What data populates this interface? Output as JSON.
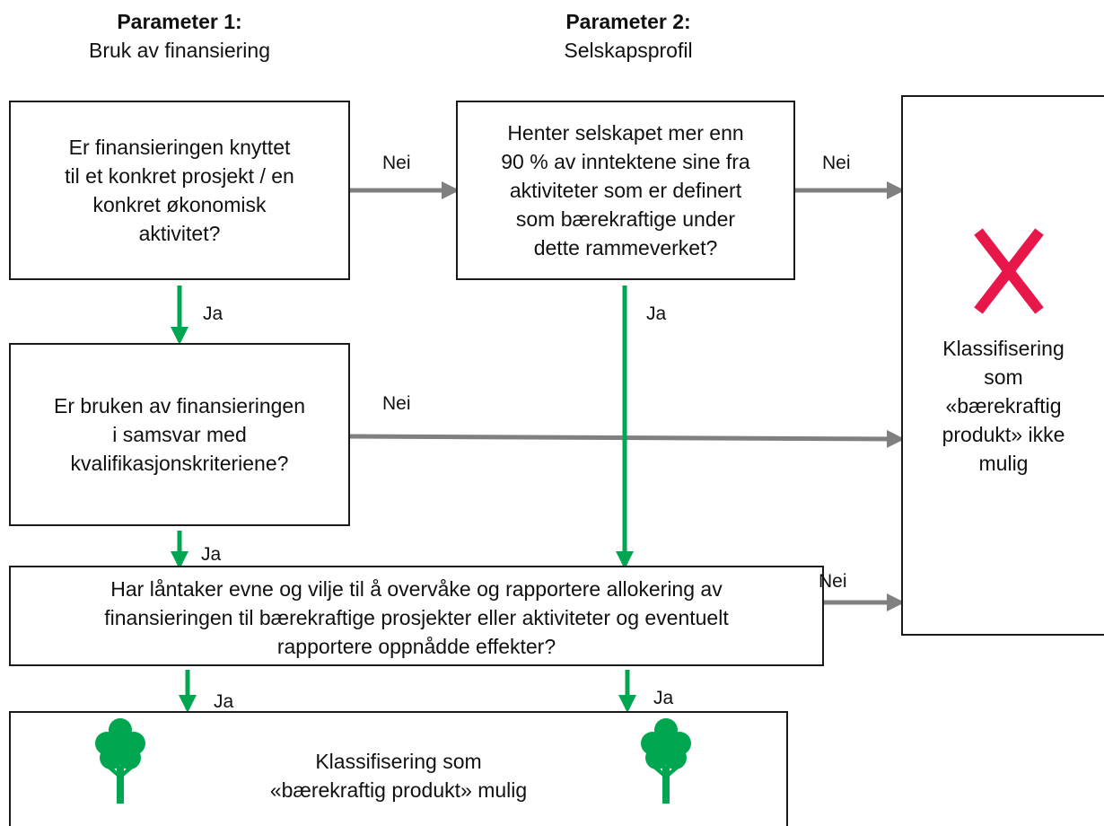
{
  "headers": {
    "p1": {
      "title": "Parameter 1:",
      "subtitle": "Bruk av finansiering"
    },
    "p2": {
      "title": "Parameter 2:",
      "subtitle": "Selskapsprofil"
    }
  },
  "boxes": {
    "q1": "Er finansieringen knyttet\ntil et konkret prosjekt / en\nkonkret økonomisk\naktivitet?",
    "q2": "Henter selskapet mer enn\n90 % av inntektene sine fra\naktiviteter som er definert\nsom bærekraftige under\ndette rammeverket?",
    "q3": "Er bruken av finansieringen\ni samsvar med\nkvalifikasjonskriteriene?",
    "q4": "Har låntaker evne og vilje til å overvåke og rapportere allokering av\nfinansieringen til bærekraftige prosjekter eller aktiviteter og eventuelt\nrapportere oppnådde effekter?",
    "result_yes": "Klassifisering som\n«bærekraftig produkt» mulig",
    "result_no": "Klassifisering\nsom\n«bærekraftig\nprodukt» ikke\nmulig"
  },
  "labels": {
    "no_1": "Nei",
    "no_2": "Nei",
    "no_3": "Nei",
    "no_4": "Nei",
    "yes_1": "Ja",
    "yes_2": "Ja",
    "yes_3": "Ja",
    "yes_4": "Ja",
    "yes_5": "Ja"
  },
  "colors": {
    "yes_arrow": "#00a650",
    "no_arrow": "#808080",
    "cross": "#e8174a",
    "tree": "#00a650",
    "border": "#1a1a1a"
  },
  "icons": [
    "tree-icon",
    "cross-icon"
  ]
}
